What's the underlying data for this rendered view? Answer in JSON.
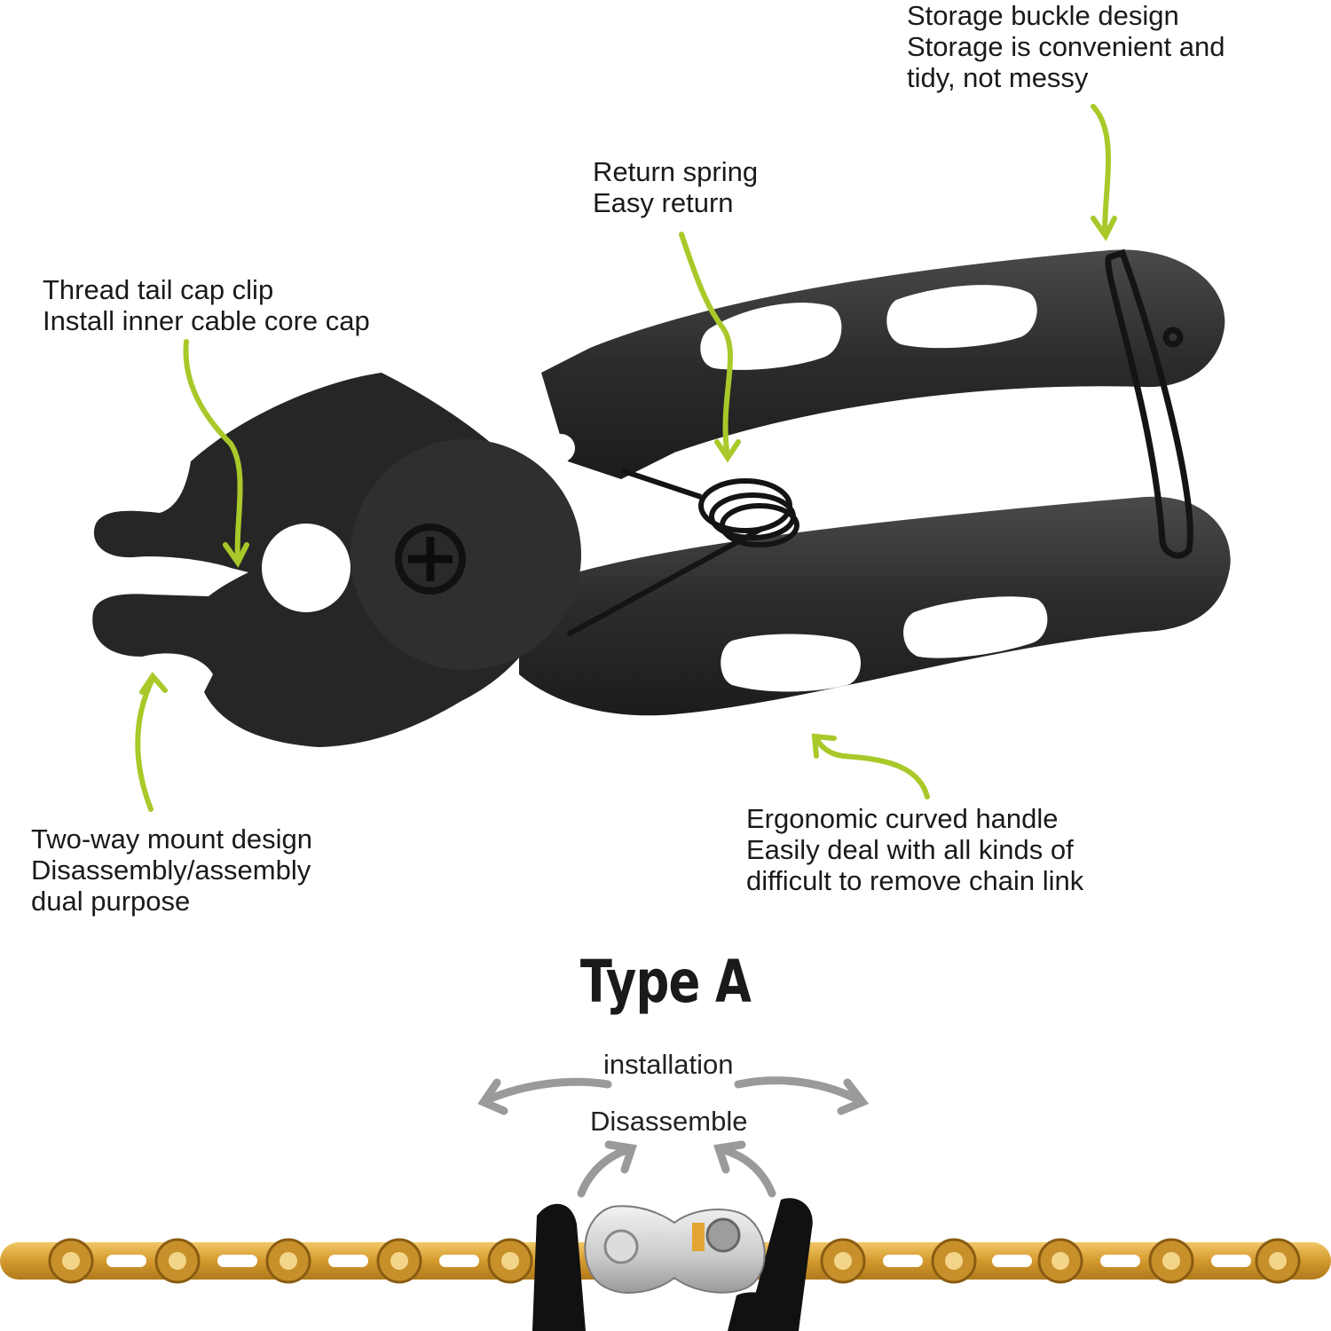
{
  "callouts": {
    "storage_buckle": {
      "line1": "Storage buckle design",
      "line2": "Storage is convenient and",
      "line3": "tidy, not messy"
    },
    "return_spring": {
      "line1": "Return spring",
      "line2": "Easy return"
    },
    "thread_tail": {
      "line1": "Thread tail cap clip",
      "line2": "Install inner cable core cap"
    },
    "two_way": {
      "line1": "Two-way mount design",
      "line2": "Disassembly/assembly",
      "line3": "dual purpose"
    },
    "ergonomic": {
      "line1": "Ergonomic curved handle",
      "line2": "Easily deal with all kinds of",
      "line3": "difficult to remove chain link"
    }
  },
  "type_title": "Type A",
  "actions": {
    "installation": "installation",
    "disassemble": "Disassemble"
  },
  "colors": {
    "arrow": "#a9c92a",
    "tool": "#2e2e2e",
    "chain": "#d9a63a",
    "gray_arrow": "#9a9a9a"
  }
}
